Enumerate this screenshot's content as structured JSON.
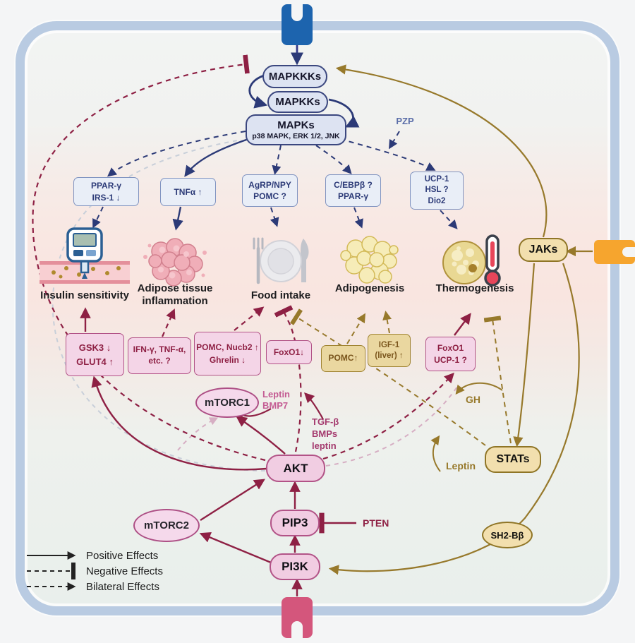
{
  "cascade": {
    "mapkkks": "MAPKKKs",
    "mapkks": "MAPKKs",
    "mapks": "MAPKs",
    "mapks_sub": "p38 MAPK, ERK 1/2,  JNK",
    "pzp": "PZP"
  },
  "mediators": {
    "b1l1": "PPAR-γ",
    "b1l2": "IRS-1 ↓",
    "b2l1": "TNFα ↑",
    "b3l1": "AgRP/NPY",
    "b3l2": "POMC ?",
    "b4l1": "C/EBPβ ?",
    "b4l2": "PPAR-γ",
    "b5l1": "UCP-1",
    "b5l2": "HSL ?",
    "b5l3": "Dio2"
  },
  "processes": {
    "insulin": "Insulin sensitivity",
    "adipose1": "Adipose tissue",
    "adipose2": "inflammation",
    "food": "Food intake",
    "adipogenesis": "Adipogenesis",
    "thermogenesis": "Thermogenesis"
  },
  "effectors": {
    "p1l1": "GSK3 ↓",
    "p1l2": "GLUT4 ↑",
    "p2l1": "IFN-γ, TNF-α,",
    "p2l2": "etc.  ?",
    "p3l1": "POMC, Nucb2 ↑",
    "p3l2": "Ghrelin  ↓",
    "p4l1": "FoxO1↓",
    "t1l1": "POMC↑",
    "t2l1": "IGF-1",
    "t2l2": "(liver) ↑",
    "p5l1": "FoxO1",
    "p5l2": "UCP-1  ?"
  },
  "nodes": {
    "jaks": "JAKs",
    "stats": "STATs",
    "sh2b": "SH2-Bβ",
    "akt": "AKT",
    "pip3": "PIP3",
    "pi3k": "PI3K",
    "mtorc1": "mTORC1",
    "mtorc2": "mTORC2"
  },
  "annotations": {
    "pten": "PTEN",
    "gh": "GH",
    "leptin": "Leptin",
    "leptin_bmp7_l1": "Leptin",
    "leptin_bmp7_l2": "BMP7",
    "tgf_l1": "TGF-β",
    "tgf_l2": "BMPs",
    "tgf_l3": "leptin"
  },
  "legend": {
    "positive": "Positive Effects",
    "negative": "Negative Effects",
    "bilateral": "Bilateral Effects"
  },
  "colors": {
    "navy": "#2c3a77",
    "maroon": "#8e2044",
    "gold": "#97792b",
    "blue_receptor": "#1d64ae",
    "orange_receptor": "#f6a52e",
    "rose_receptor": "#d4567c"
  }
}
